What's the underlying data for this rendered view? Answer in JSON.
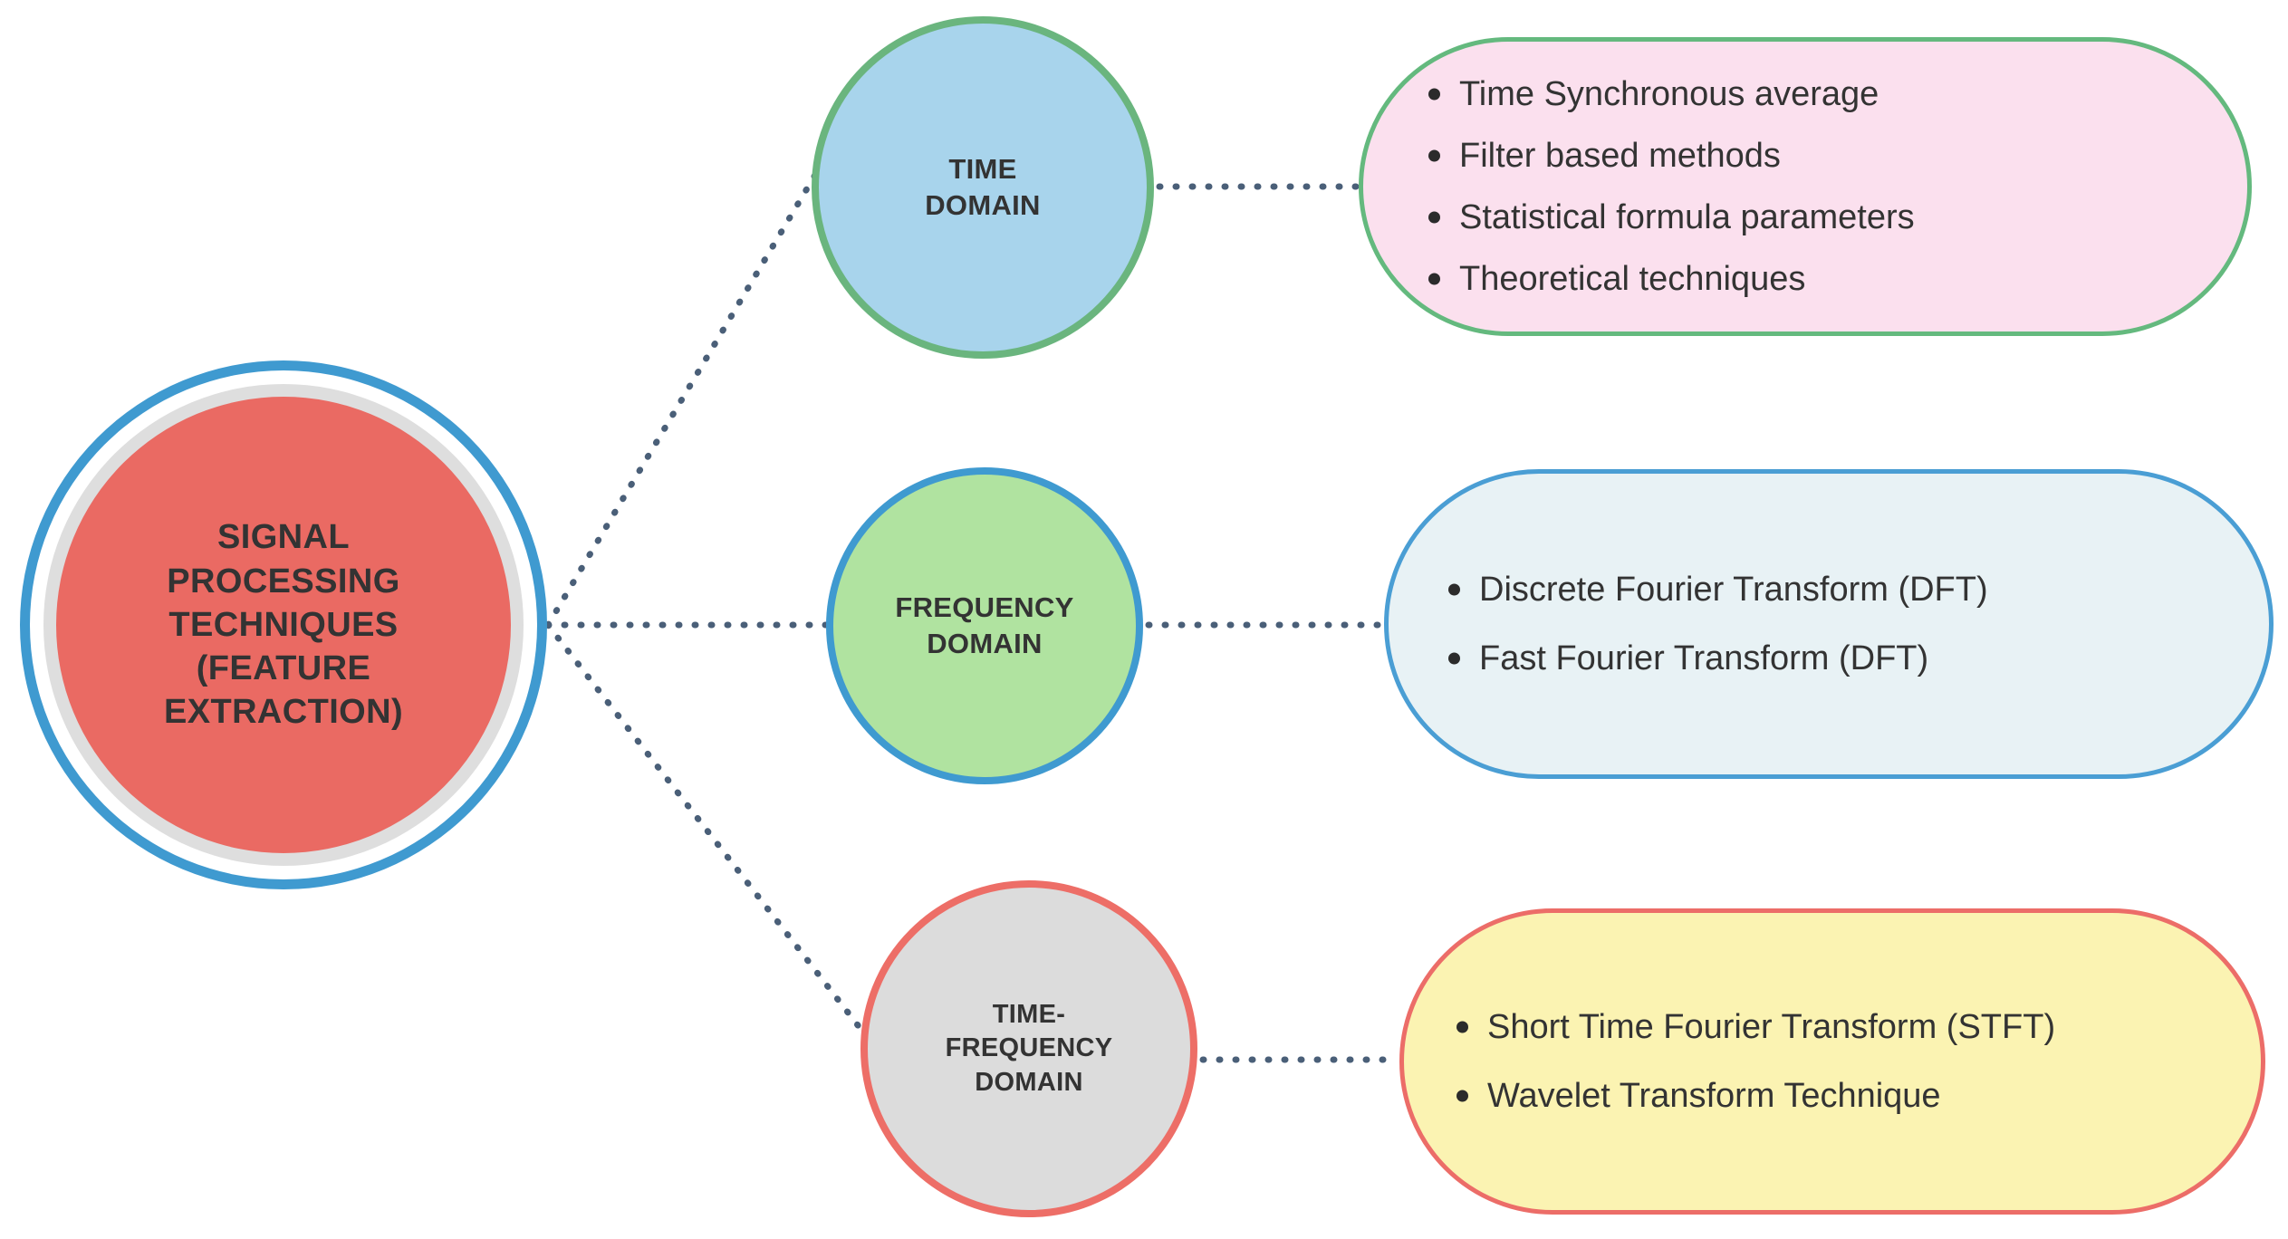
{
  "diagram": {
    "title": "Signal Processing Techniques (Feature Extraction)",
    "colors": {
      "center_fill": "#ea6a63",
      "center_inner_ring": "#dedede",
      "center_outer_ring": "#3f9ad0",
      "connector": "#4a5f78",
      "time_circle_fill": "#a8d4ec",
      "time_circle_border": "#6ab57e",
      "time_panel_fill": "#fbe0ee",
      "time_panel_border": "#64b97e",
      "frequency_circle_fill": "#b0e3a0",
      "frequency_circle_border": "#3f9ad0",
      "frequency_panel_fill": "#e8f2f5",
      "frequency_panel_border": "#4a9ed4",
      "timefreq_circle_fill": "#dcdcdc",
      "timefreq_circle_border": "#ed6e67",
      "timefreq_panel_fill": "#fbf3b2",
      "timefreq_panel_border": "#ec6d68",
      "text": "#333333"
    },
    "center": {
      "label": "SIGNAL\nPROCESSING\nTECHNIQUES\n(FEATURE\nEXTRACTION)"
    },
    "branches": [
      {
        "id": "time-domain",
        "circle_label": "TIME\nDOMAIN",
        "items": [
          "Time Synchronous average",
          "Filter based methods",
          "Statistical formula parameters",
          "Theoretical techniques"
        ]
      },
      {
        "id": "frequency-domain",
        "circle_label": "FREQUENCY\nDOMAIN",
        "items": [
          "Discrete Fourier Transform (DFT)",
          "Fast Fourier Transform (DFT)"
        ]
      },
      {
        "id": "time-frequency-domain",
        "circle_label": "TIME-\nFREQUENCY\nDOMAIN",
        "items": [
          "Short Time Fourier Transform (STFT)",
          "Wavelet Transform Technique"
        ]
      }
    ]
  }
}
